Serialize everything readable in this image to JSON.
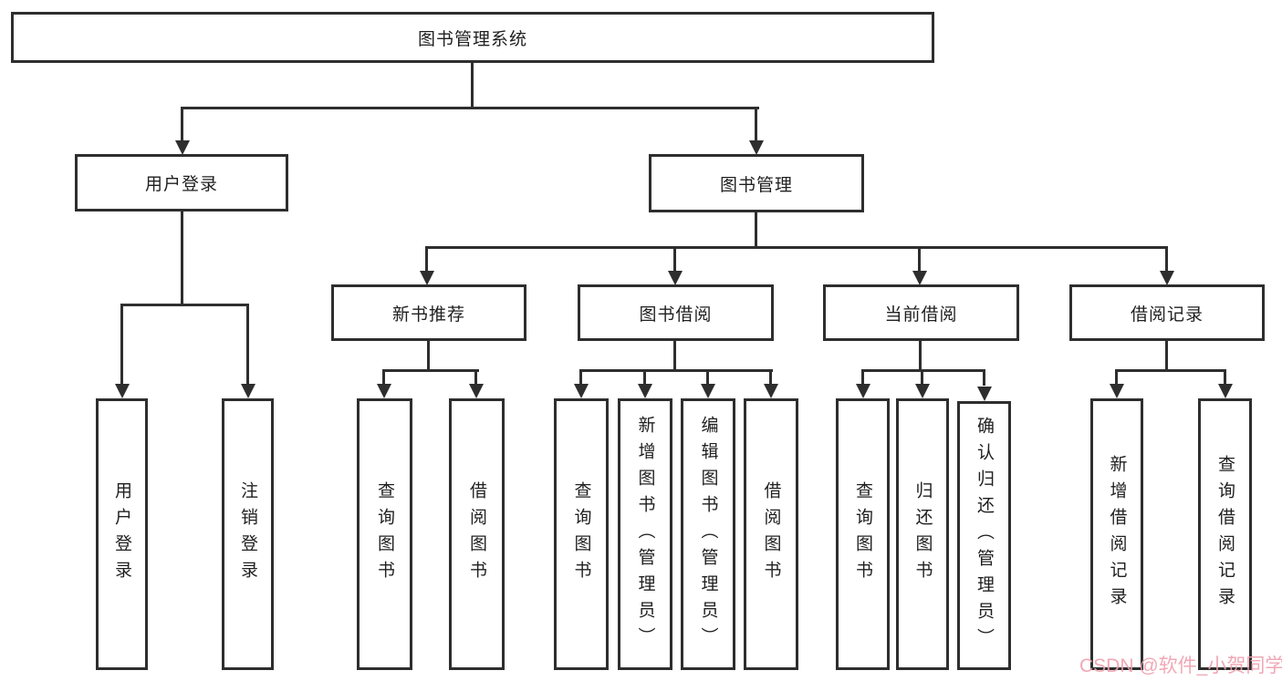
{
  "tree": {
    "root": {
      "label": "图书管理系统"
    },
    "branches": [
      {
        "label": "用户登录",
        "children": [
          {
            "label": "用户登录"
          },
          {
            "label": "注销登录"
          }
        ]
      },
      {
        "label": "图书管理",
        "children": [
          {
            "label": "新书推荐",
            "children": [
              {
                "label": "查询图书"
              },
              {
                "label": "借阅图书"
              }
            ]
          },
          {
            "label": "图书借阅",
            "children": [
              {
                "label": "查询图书"
              },
              {
                "label": "新增图书（管理员）"
              },
              {
                "label": "编辑图书（管理员）"
              },
              {
                "label": "借阅图书"
              }
            ]
          },
          {
            "label": "当前借阅",
            "children": [
              {
                "label": "查询图书"
              },
              {
                "label": "归还图书"
              },
              {
                "label": "确认归还（管理员）"
              }
            ]
          },
          {
            "label": "借阅记录",
            "children": [
              {
                "label": "新增借阅记录"
              },
              {
                "label": "查询借阅记录"
              }
            ]
          }
        ]
      }
    ]
  },
  "watermark": {
    "text": "CSDN @软件_小贺同学",
    "color": "#ef9fae"
  },
  "colors": {
    "line": "#2e2e2e",
    "box_border": "#2e2e2e",
    "box_background": "#ffffff",
    "text": "#1f1f1f",
    "background": "#ffffff"
  }
}
